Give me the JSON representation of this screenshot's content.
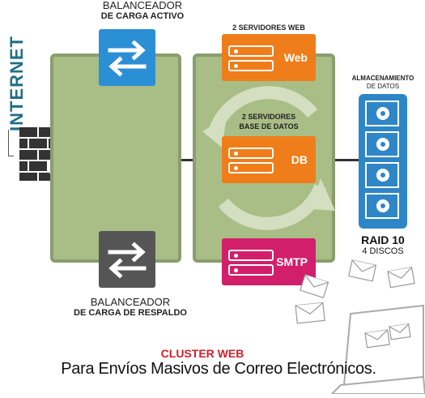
{
  "internet_label": "INTERNET",
  "lb_active": {
    "line1": "BALANCEADOR",
    "line2": "DE CARGA ACTIVO"
  },
  "lb_backup": {
    "line1": "BALANCEADOR",
    "line2": "DE CARGA DE RESPALDO"
  },
  "web": {
    "caption": "2 SERVIDORES WEB",
    "label": "Web"
  },
  "db": {
    "caption_line1": "2 SERVIDORES",
    "caption_line2": "BASE DE DATOS",
    "label": "DB"
  },
  "smtp": {
    "label": "SMTP"
  },
  "storage": {
    "caption_line1": "ALMACENAMIENTO",
    "caption_line2": "DE DATOS",
    "raid": "RAID 10",
    "disks": "4 DISCOS"
  },
  "footer": {
    "title": "CLUSTER WEB",
    "subtitle": "Para Envíos Masivos de Correo Electrónicos."
  },
  "colors": {
    "web": "#ef7d1a",
    "db": "#ef7d1a",
    "smtp": "#d21f6b",
    "lb_active": "#2b8fd6",
    "lb_backup": "#555555",
    "panel": "#a9bd86",
    "internet": "#1f6f86",
    "footer_title": "#d0202a"
  }
}
